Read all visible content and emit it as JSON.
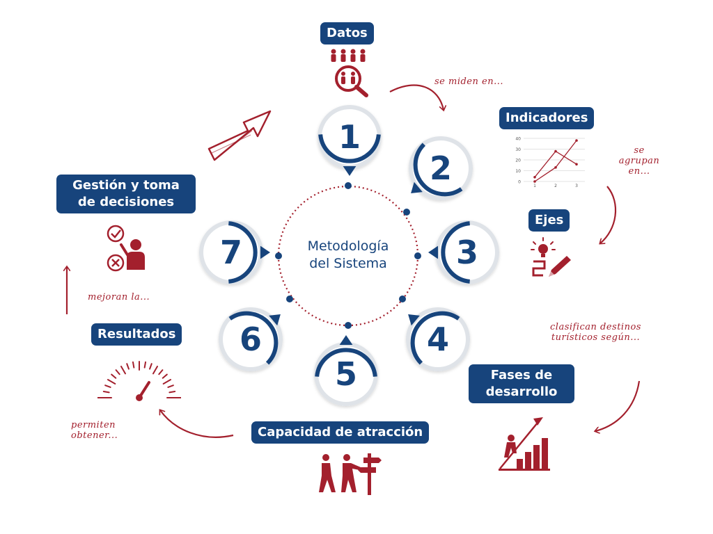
{
  "center": {
    "line1": "Metodología",
    "line2": "del Sistema"
  },
  "steps": [
    "1",
    "2",
    "3",
    "4",
    "5",
    "6",
    "7"
  ],
  "labels": {
    "datos": "Datos",
    "indicadores": "Indicadores",
    "ejes": "Ejes",
    "fases": "Fases de desarrollo",
    "capacidad": "Capacidad de atracción",
    "resultados": "Resultados",
    "gestion": "Gestión y toma de decisiones"
  },
  "notes": {
    "se_miden": "se miden en...",
    "se_agrupan": [
      "se",
      "agrupan",
      "en..."
    ],
    "clasifican": [
      "clasifican destinos",
      "turísticos según..."
    ],
    "permiten": [
      "permiten",
      "obtener..."
    ],
    "mejoran": "mejoran la..."
  },
  "mini_chart": {
    "type": "line",
    "x": [
      1,
      2,
      3
    ],
    "y_ticks": [
      "0",
      "10",
      "20",
      "30",
      "40"
    ],
    "series": [
      {
        "values": [
          0,
          13,
          38
        ]
      },
      {
        "values": [
          4,
          28,
          16
        ]
      }
    ],
    "ylim": [
      0,
      40
    ]
  },
  "colors": {
    "navy": "#17447c",
    "red": "#a3202d",
    "ring": "#dfe3e8"
  },
  "icons": {
    "datos": "people-magnifier-icon",
    "indicadores": "line-chart-icon",
    "ejes": "idea-pencil-icon",
    "fases": "climber-stairs-icon",
    "capacidad": "tourists-signpost-icon",
    "resultados": "speedometer-icon",
    "gestion": "person-checklist-icon"
  }
}
